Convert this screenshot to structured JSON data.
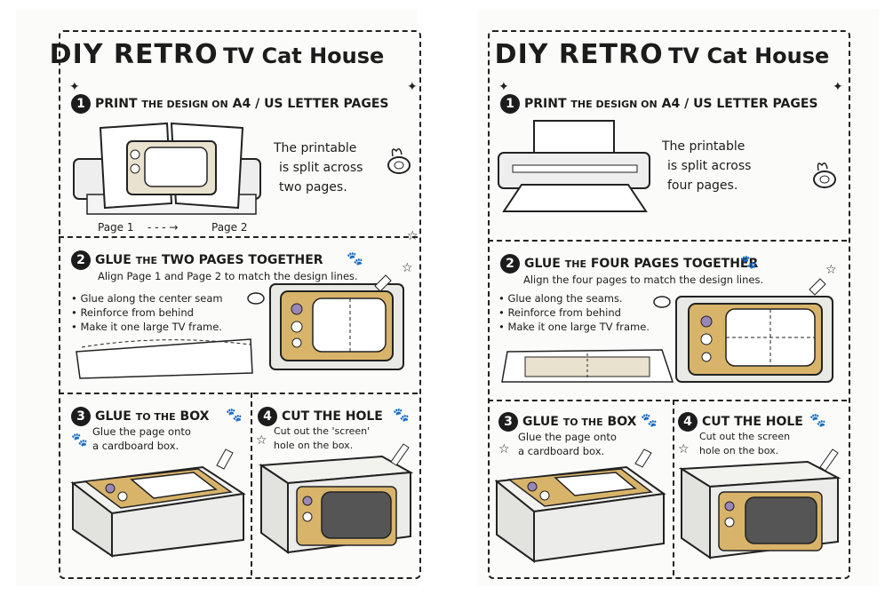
{
  "left_sheet": {
    "title_part1": "DIY RETRO",
    "title_part2": "TV Cat House",
    "step1": {
      "num": "1",
      "heading_bold": "PRINT",
      "heading_rest": "THE DESIGN ON",
      "heading_bold2": "A4 / US LETTER PAGES",
      "note_lines": [
        "The printable",
        "is split across",
        "two pages."
      ],
      "page1": "Page 1",
      "page2": "Page 2"
    },
    "step2": {
      "num": "2",
      "heading_bold": "GLUE",
      "heading_rest": "THE",
      "heading_bold2": "TWO PAGES TOGETHER",
      "sub": "Align Page 1 and Page 2 to match the design lines.",
      "bullets": [
        "Glue along the center seam",
        "Reinforce from behind",
        "Make it one large TV frame."
      ]
    },
    "step3": {
      "num": "3",
      "heading_bold": "GLUE",
      "heading_rest": "TO THE",
      "heading_bold2": "BOX",
      "lines": [
        "Glue the page onto",
        "a cardboard box."
      ]
    },
    "step4": {
      "num": "4",
      "heading_bold": "CUT THE HOLE",
      "lines": [
        "Cut out the 'screen'",
        "hole on the box."
      ]
    }
  },
  "right_sheet": {
    "title_part1": "DIY RETRO",
    "title_part2": "TV Cat House",
    "step1": {
      "num": "1",
      "heading_bold": "PRINT",
      "heading_rest": "THE DESIGN ON",
      "heading_bold2": "A4 / US LETTER PAGES",
      "note_lines": [
        "The printable",
        "is split across",
        "four pages."
      ]
    },
    "step2": {
      "num": "2",
      "heading_bold": "GLUE",
      "heading_rest": "THE",
      "heading_bold2": "FOUR PAGES TOGETHER",
      "sub": "Align the four pages to match the design lines.",
      "bullets": [
        "Glue along the seams.",
        "Reinforce from behind",
        "Make it one large TV frame."
      ]
    },
    "step3": {
      "num": "3",
      "heading_bold": "GLUE",
      "heading_rest": "TO THE",
      "heading_bold2": "BOX",
      "lines": [
        "Glue the page onto",
        "a cardboard box."
      ]
    },
    "step4": {
      "num": "4",
      "heading_bold": "CUT THE HOLE",
      "lines": [
        "Cut out the screen",
        "hole on the box."
      ]
    }
  },
  "colors": {
    "ink": "#1c1c1c",
    "paper": "#fbfbf9",
    "tv_frame": "#d8b46a",
    "tv_knob_purple": "#9b86b8"
  }
}
